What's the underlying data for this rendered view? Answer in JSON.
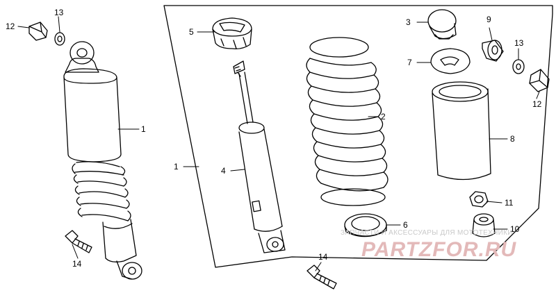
{
  "callouts": {
    "c1_left": "1",
    "c1_group": "1",
    "c2": "2",
    "c3": "3",
    "c4": "4",
    "c5": "5",
    "c6": "6",
    "c7": "7",
    "c8": "8",
    "c9": "9",
    "c10": "10",
    "c11": "11",
    "c12_left": "12",
    "c12_right": "12",
    "c13_left": "13",
    "c13_right": "13",
    "c14_left": "14",
    "c14_mid": "14"
  },
  "watermark": {
    "text": "ЗАПЧАСТИ И АКСЕССУАРЫ ДЛЯ МОТОТЕХНИКИ",
    "logo": "PARTZFOR.RU"
  }
}
